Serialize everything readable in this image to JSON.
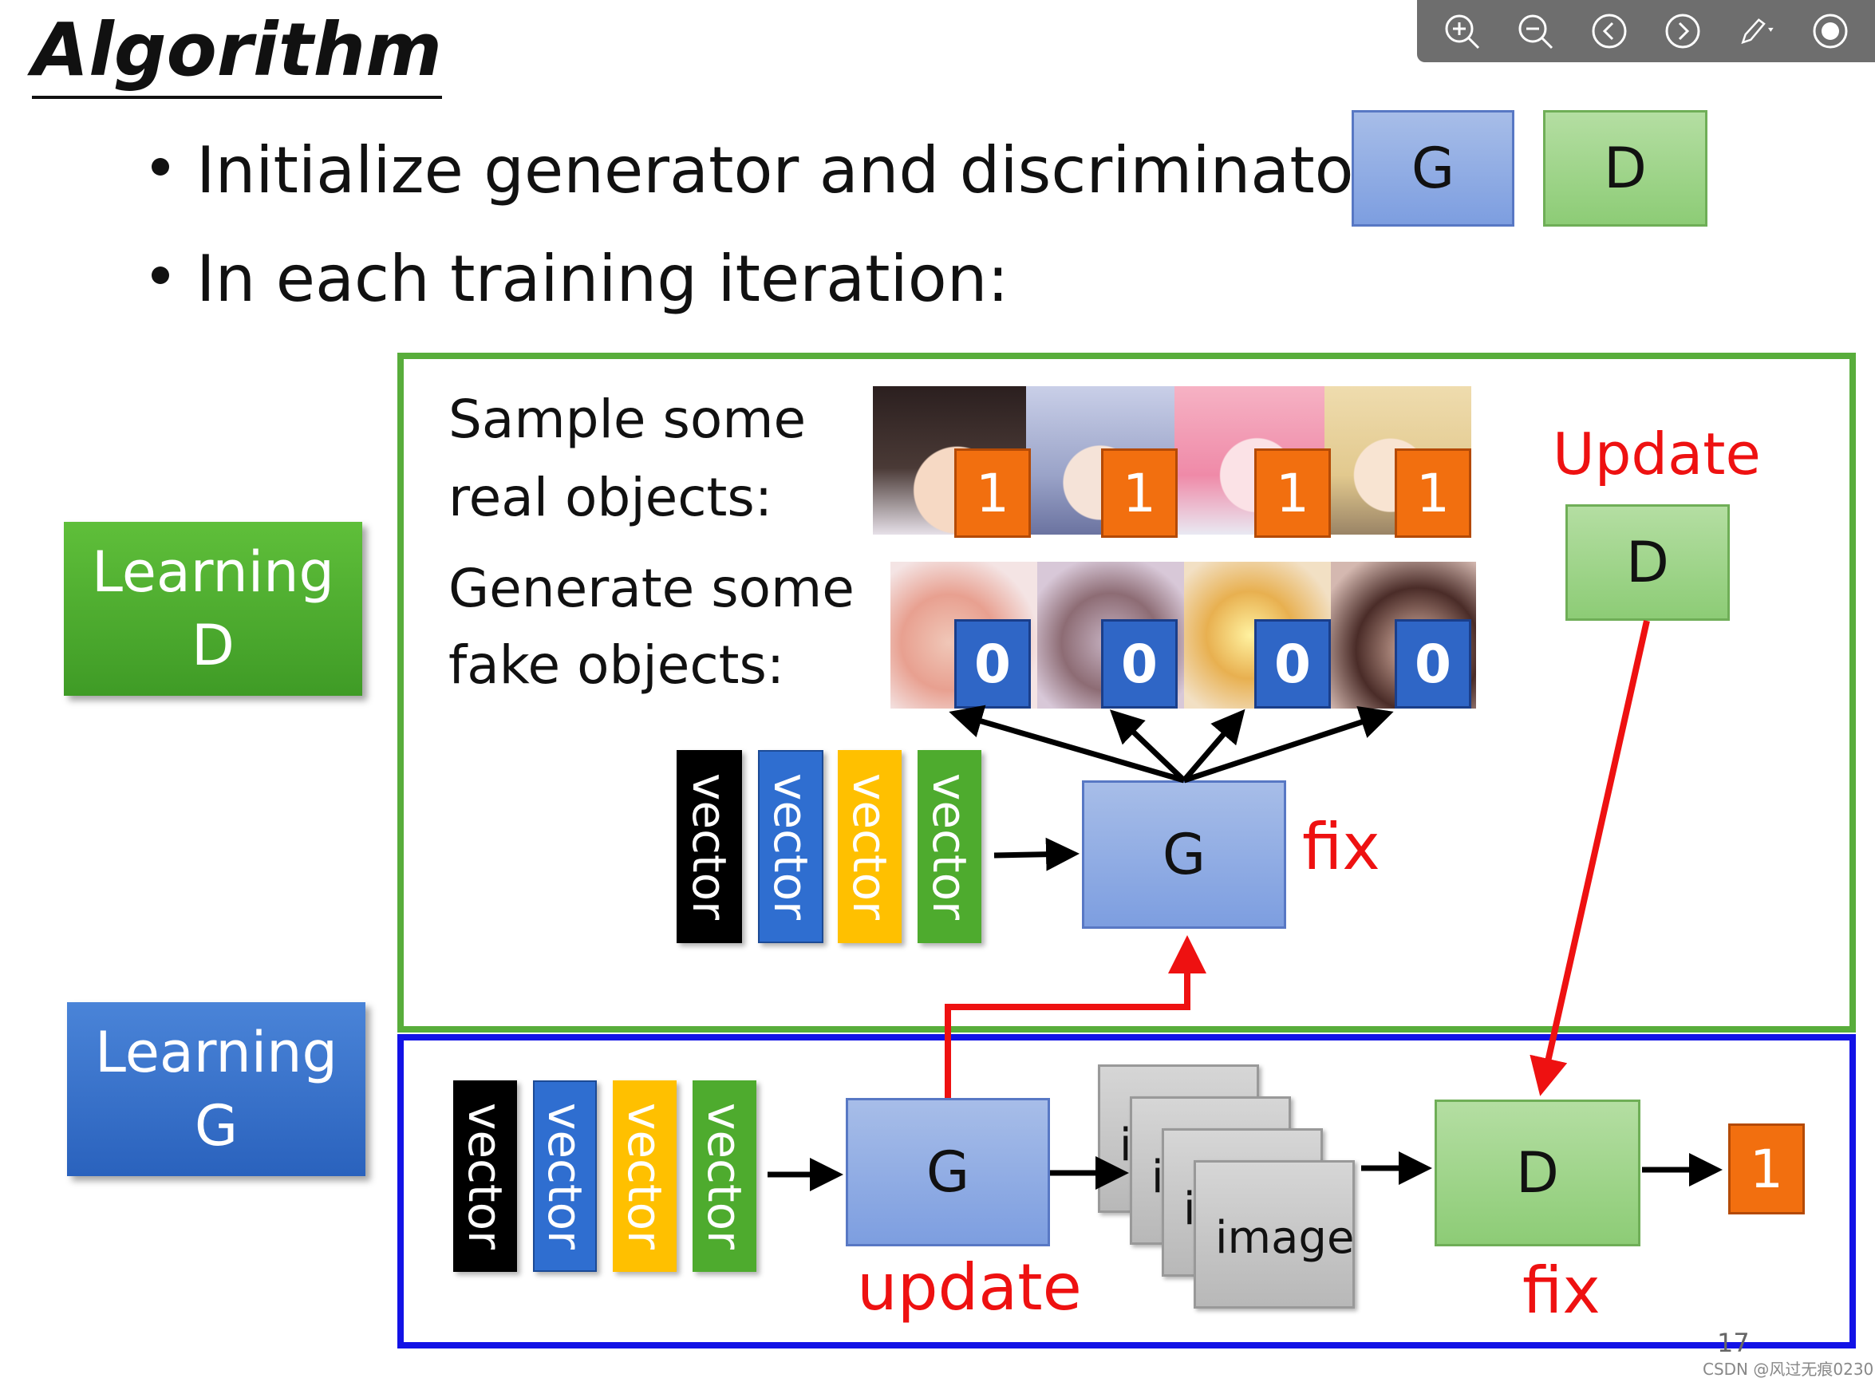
{
  "title": "Algorithm",
  "bullets": [
    "Initialize generator and discriminator",
    "In each training iteration:"
  ],
  "legend": {
    "g_label": "G",
    "d_label": "D"
  },
  "learning_d": {
    "line1": "Learning",
    "line2": "D"
  },
  "learning_g": {
    "line1": "Learning",
    "line2": "G"
  },
  "step_d": {
    "real_line1": "Sample some",
    "real_line2": "real objects:",
    "fake_line1": "Generate some",
    "fake_line2": "fake objects:",
    "real_labels": [
      "1",
      "1",
      "1",
      "1"
    ],
    "fake_labels": [
      "0",
      "0",
      "0",
      "0"
    ],
    "vectors": [
      "vector",
      "vector",
      "vector",
      "vector"
    ],
    "generator_label": "G",
    "fix_label": "fix",
    "update_label": "Update",
    "discriminator_label": "D"
  },
  "step_g": {
    "vectors": [
      "vector",
      "vector",
      "vector",
      "vector"
    ],
    "generator_label": "G",
    "update_label": "update",
    "image_stack": [
      "i",
      "i",
      "i",
      "image"
    ],
    "discriminator_label": "D",
    "fix_label": "fix",
    "output": "1"
  },
  "toolbar": [
    "zoom-in-icon",
    "zoom-out-icon",
    "previous-icon",
    "next-icon",
    "pen-icon",
    "record-icon"
  ],
  "page_number": "17",
  "watermark": "CSDN @风过无痕0230",
  "colors": {
    "generator": "#8aa8e4",
    "discriminator": "#9fd48a",
    "label_one": "#f26f0f",
    "label_zero": "#2f66c6",
    "frame_d": "#58ad3b",
    "frame_g": "#1212e6",
    "accent_red": "#ee1111"
  }
}
